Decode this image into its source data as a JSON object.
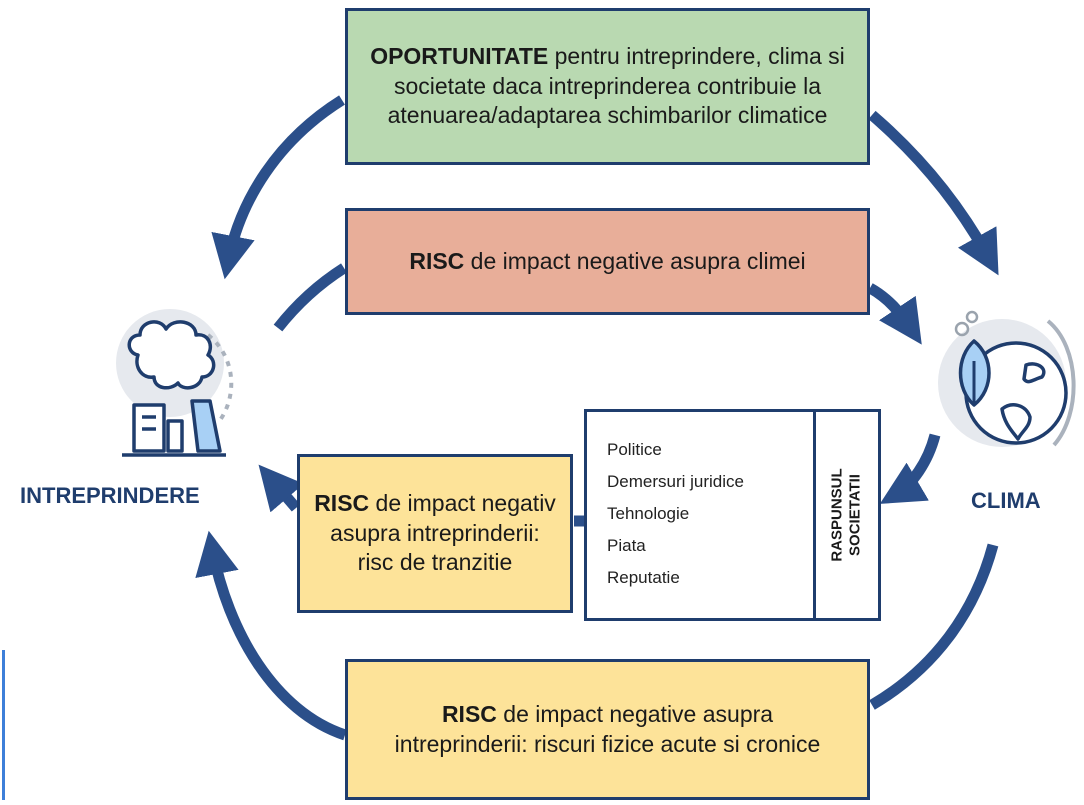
{
  "entities": {
    "left": "INTREPRINDERE",
    "right": "CLIMA"
  },
  "boxes": {
    "opportunity": {
      "bold": "OPORTUNITATE",
      "text": " pentru intreprindere, clima si societate daca intreprinderea contribuie la atenuarea/adaptarea schimbarilor climatice",
      "fill": "#b9d9b1"
    },
    "risk_climate": {
      "bold": "RISC",
      "text": " de impact negative asupra climei",
      "fill": "#e8ae99"
    },
    "transition": {
      "bold": "RISC",
      "text": " de impact negativ asupra intreprinderii: risc de tranzitie",
      "fill": "#fde399"
    },
    "physical": {
      "bold": "RISC",
      "text": " de impact negative asupra intreprinderii: riscuri fizice acute si cronice",
      "fill": "#fde399"
    }
  },
  "society": {
    "items": [
      "Politice",
      "Demersuri juridice",
      "Tehnologie",
      "Piata",
      "Reputatie"
    ],
    "label_line1": "RASPUNSUL",
    "label_line2": "SOCIETATII"
  },
  "colors": {
    "arrow": "#2b4f8a",
    "border": "#1f3d6d",
    "icon_fill": "#a8d0f5",
    "icon_stroke": "#1f3d6d"
  }
}
